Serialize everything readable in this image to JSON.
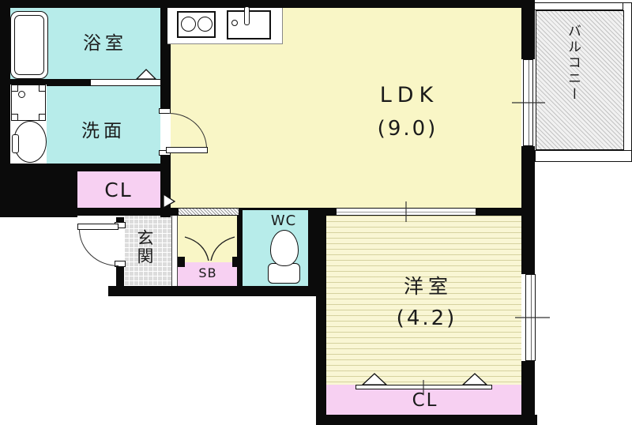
{
  "plan": {
    "type": "apartment-floor-plan",
    "rooms": {
      "bath": {
        "label": "浴室"
      },
      "washroom": {
        "label": "洗面"
      },
      "closet1": {
        "label": "CL"
      },
      "ldk": {
        "label": "LDK",
        "size": "(9.0)"
      },
      "balcony": {
        "label": "バルコニー"
      },
      "genkan": {
        "label": "玄関"
      },
      "shoebox": {
        "label": "SB"
      },
      "wc": {
        "label": "WC"
      },
      "western_room": {
        "label": "洋室",
        "size": "(4.2)"
      },
      "closet2": {
        "label": "CL"
      }
    },
    "colors": {
      "wall": "#0b0b0b",
      "wet_area": "#b7ecea",
      "living": "#f9f6c6",
      "bedroom": "#f9f6d4",
      "closet": "#f7d0f2",
      "entrance_tile": "#dcdcdc",
      "balcony_deck": "#f1f1f1"
    },
    "icons": [
      "bathtub-icon",
      "washing-machine-icon",
      "basin-icon",
      "stove-icon",
      "sink-icon",
      "toilet-icon"
    ]
  }
}
